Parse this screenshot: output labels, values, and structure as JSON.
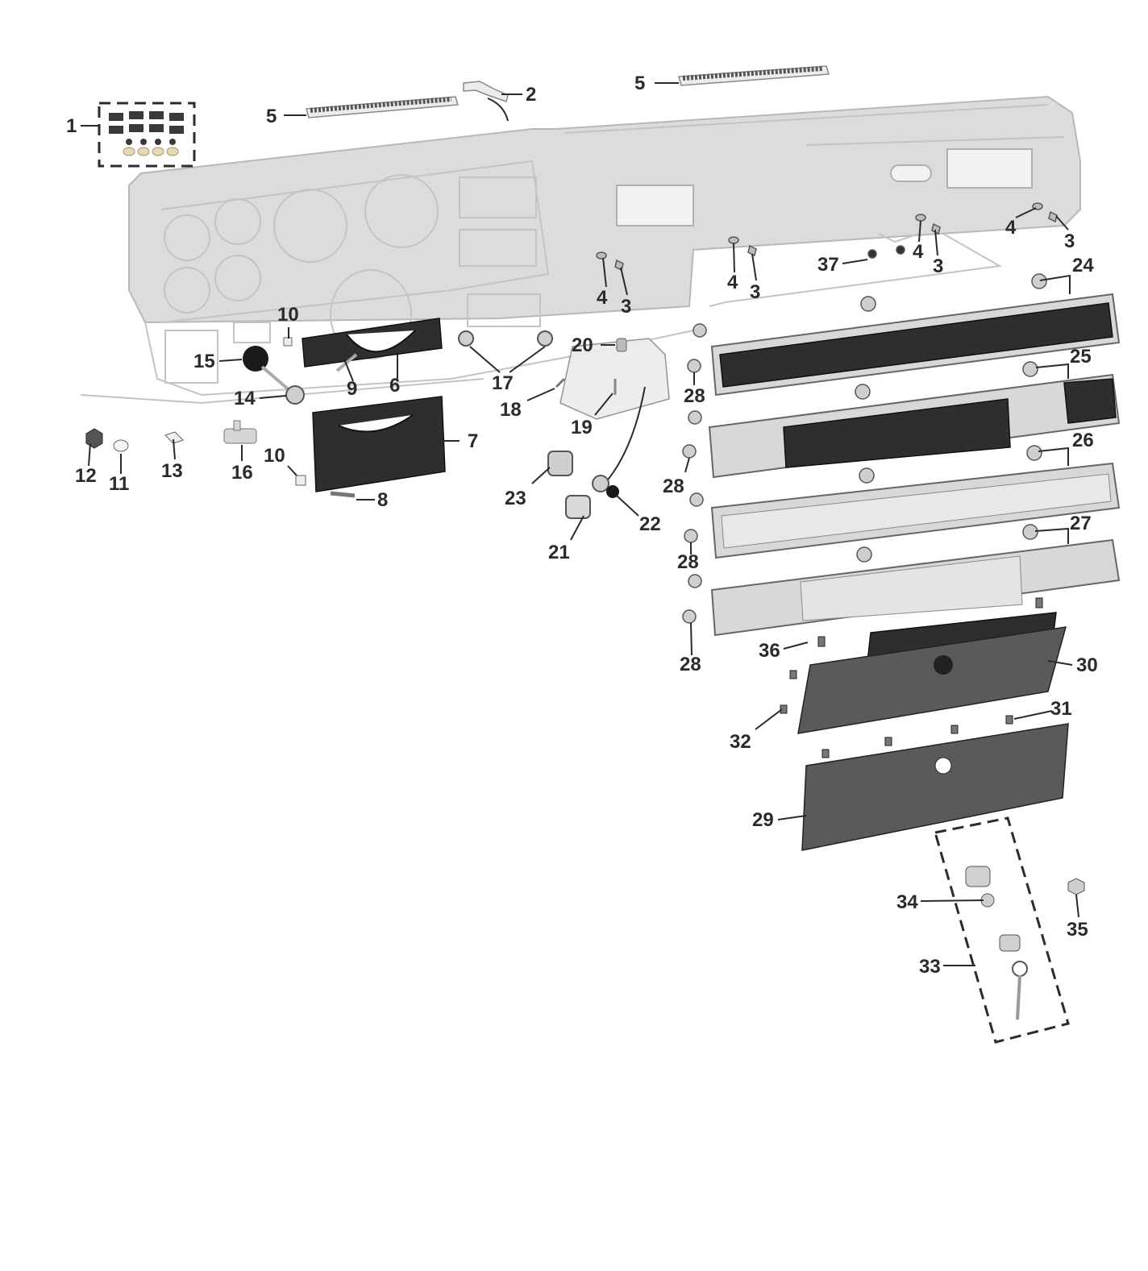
{
  "diagram": {
    "callouts": [
      {
        "id": "c1",
        "text": "1"
      },
      {
        "id": "c2",
        "text": "2"
      },
      {
        "id": "c3a",
        "text": "3"
      },
      {
        "id": "c3b",
        "text": "3"
      },
      {
        "id": "c3c",
        "text": "3"
      },
      {
        "id": "c3d",
        "text": "3"
      },
      {
        "id": "c4a",
        "text": "4"
      },
      {
        "id": "c4b",
        "text": "4"
      },
      {
        "id": "c4c",
        "text": "4"
      },
      {
        "id": "c4d",
        "text": "4"
      },
      {
        "id": "c5a",
        "text": "5"
      },
      {
        "id": "c5b",
        "text": "5"
      },
      {
        "id": "c6",
        "text": "6"
      },
      {
        "id": "c7",
        "text": "7"
      },
      {
        "id": "c8",
        "text": "8"
      },
      {
        "id": "c9",
        "text": "9"
      },
      {
        "id": "c10a",
        "text": "10"
      },
      {
        "id": "c10b",
        "text": "10"
      },
      {
        "id": "c11",
        "text": "11"
      },
      {
        "id": "c12",
        "text": "12"
      },
      {
        "id": "c13",
        "text": "13"
      },
      {
        "id": "c14",
        "text": "14"
      },
      {
        "id": "c15",
        "text": "15"
      },
      {
        "id": "c16",
        "text": "16"
      },
      {
        "id": "c17",
        "text": "17"
      },
      {
        "id": "c18",
        "text": "18"
      },
      {
        "id": "c19",
        "text": "19"
      },
      {
        "id": "c20",
        "text": "20"
      },
      {
        "id": "c21",
        "text": "21"
      },
      {
        "id": "c22",
        "text": "22"
      },
      {
        "id": "c23",
        "text": "23"
      },
      {
        "id": "c24",
        "text": "24"
      },
      {
        "id": "c25",
        "text": "25"
      },
      {
        "id": "c26",
        "text": "26"
      },
      {
        "id": "c27",
        "text": "27"
      },
      {
        "id": "c28a",
        "text": "28"
      },
      {
        "id": "c28b",
        "text": "28"
      },
      {
        "id": "c28c",
        "text": "28"
      },
      {
        "id": "c28d",
        "text": "28"
      },
      {
        "id": "c29",
        "text": "29"
      },
      {
        "id": "c30",
        "text": "30"
      },
      {
        "id": "c31",
        "text": "31"
      },
      {
        "id": "c32",
        "text": "32"
      },
      {
        "id": "c33",
        "text": "33"
      },
      {
        "id": "c34",
        "text": "34"
      },
      {
        "id": "c35",
        "text": "35"
      },
      {
        "id": "c36",
        "text": "36"
      },
      {
        "id": "c37",
        "text": "37"
      }
    ]
  }
}
